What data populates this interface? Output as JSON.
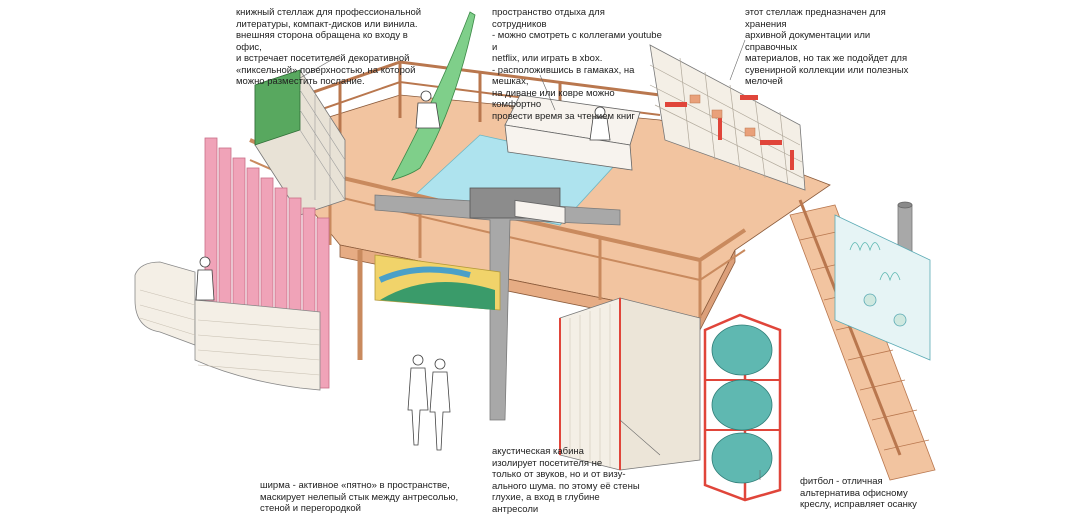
{
  "annotations": {
    "bookshelf": "книжный стеллаж для профессиональной\nлитературы, компакт-дисков или винила.\nвнешняя сторона обращена ко входу в офис,\nи встречает посетителей декоративной\n«пиксельной» поверхностью, на которой\nможно разместить послание.",
    "rest_zone": "пространство отдыха для сотрудников\n- можно смотреть с коллегами youtube и\nnetflix, или играть в xbox.\n- расположившись в гамаках, на мешках,\nна диване или ковре можно комфортно\nпровести время за чтением книг",
    "archive_shelf": "этот стеллаж предназначен для хранения\nархивной документации или справочных\nматериалов, но так же подойдет для\nсувенирной коллекции или полезных мелочей",
    "screen": "ширма - активное «пятно» в пространстве,\nмаскирует нелепый стык между антресолью,\nстеной и перегородкой",
    "acoustic_booth": "акустическая кабина\nизолирует посетителя не\nтолько от звуков, но и от визу-\nального шума. по этому её стены\nглухие, а вход в глубине антресоли",
    "fitball": "фитбол - отличная\nальтернатива офисному\nкреслу, исправляет осанку"
  },
  "colors": {
    "wood": "#f2c4a0",
    "wood_line": "#b9774e",
    "pink_screen": "#f0a3b8",
    "green_hammock": "#7fcf8a",
    "green_wall": "#58a85f",
    "carpet": "#aee3ee",
    "grey": "#a8a8a8",
    "red": "#e0453a",
    "teal_ball": "#5fb8b1",
    "brick": "#f4efe6"
  }
}
